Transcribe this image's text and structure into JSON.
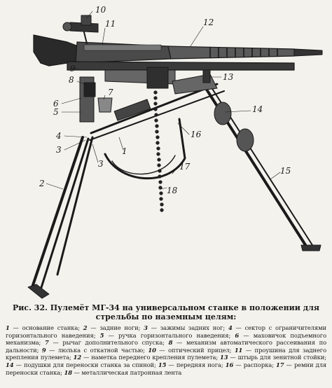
{
  "figure": {
    "callouts": [
      {
        "id": "1",
        "label": "1"
      },
      {
        "id": "2",
        "label": "2"
      },
      {
        "id": "3a",
        "label": "3"
      },
      {
        "id": "3b",
        "label": "3"
      },
      {
        "id": "4",
        "label": "4"
      },
      {
        "id": "5",
        "label": "5"
      },
      {
        "id": "6",
        "label": "6"
      },
      {
        "id": "7",
        "label": "7"
      },
      {
        "id": "8",
        "label": "8"
      },
      {
        "id": "9",
        "label": "9"
      },
      {
        "id": "10",
        "label": "10"
      },
      {
        "id": "11",
        "label": "11"
      },
      {
        "id": "12",
        "label": "12"
      },
      {
        "id": "13",
        "label": "13"
      },
      {
        "id": "14",
        "label": "14"
      },
      {
        "id": "15",
        "label": "15"
      },
      {
        "id": "16",
        "label": "16"
      },
      {
        "id": "17",
        "label": "17"
      },
      {
        "id": "18",
        "label": "18"
      }
    ]
  },
  "caption": {
    "lead": "Рис. 32.",
    "text": "Пулемёт МГ-34 на универсальном станке в положении для стрельбы по наземным целям:"
  },
  "legend": [
    {
      "num": "1",
      "text": "основание станка;"
    },
    {
      "num": "2",
      "text": "задние ноги;"
    },
    {
      "num": "3",
      "text": "зажимы задних ног;"
    },
    {
      "num": "4",
      "text": "сектор с ограничителями горизонтального наведения;"
    },
    {
      "num": "5",
      "text": "ручка горизонтального наведения;"
    },
    {
      "num": "6",
      "text": "маховичок подъемного механизма;"
    },
    {
      "num": "7",
      "text": "рычаг дополнительного спуска;"
    },
    {
      "num": "8",
      "text": "механизм автоматического рассеивания по дальности;"
    },
    {
      "num": "9",
      "text": "люлька с откатной частью;"
    },
    {
      "num": "10",
      "text": "оптический прицел;"
    },
    {
      "num": "11",
      "text": "проушина для заднего крепления пулемета;"
    },
    {
      "num": "12",
      "text": "наметка переднего крепления пулемета;"
    },
    {
      "num": "13",
      "text": "штырь для зенитной стойки;"
    },
    {
      "num": "14",
      "text": "подушки для переноски станка за спиной;"
    },
    {
      "num": "15",
      "text": "передняя нога;"
    },
    {
      "num": "16",
      "text": "распорка;"
    },
    {
      "num": "17",
      "text": "ремни для переноски станка;"
    },
    {
      "num": "18",
      "text": "металлическая патронная лента"
    }
  ],
  "colors": {
    "ink": "#1a1a1a",
    "paper": "#f4f2ed"
  }
}
